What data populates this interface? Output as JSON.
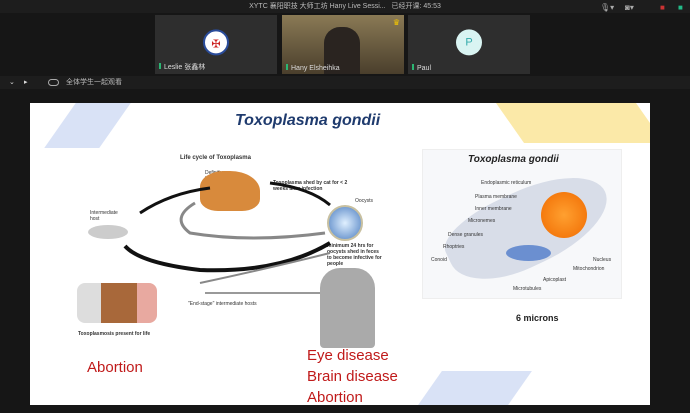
{
  "window": {
    "title": "XYTC 襄阳职技 大师工坊 Hany Live Sessi...",
    "elapsed_label": "已经开课: 45:53"
  },
  "participants": [
    {
      "name": "Leslie 张鑫林",
      "avatar": "logo"
    },
    {
      "name": "Hany Elsheihka",
      "host": true
    },
    {
      "name": "Paul",
      "avatar_letter": "P"
    }
  ],
  "controls": {
    "watch_together": "全体学生一起观看"
  },
  "slide": {
    "title": "Toxoplasma gondii",
    "lifecycle": {
      "title": "Life cycle of Toxoplasma",
      "definitive_host": "Definitive host",
      "shed": "Toxoplasma shed by cat for < 2 weeks after infection",
      "oocysts": "Oocysts",
      "intermediate_host": "Intermediate host",
      "minimum": "minimum 24 hrs for oocysts shed in feces to become infective for people",
      "end_stage": "\"End-stage\" intermediate hosts",
      "present_for_life": "Toxoplasmosis present for life"
    },
    "cell": {
      "title": "Toxoplasma gondii",
      "labels": [
        "Endoplasmic reticulum",
        "Plasma membrane",
        "Inner membrane",
        "Micronemes",
        "Dense granules",
        "Rhoptries",
        "Conoid",
        "Nucleus",
        "Mitochondrion",
        "Apicoplast",
        "Microtubules"
      ],
      "scale": "6 microns"
    },
    "abortion": "Abortion",
    "effects": [
      "Eye disease",
      "Brain disease",
      "Abortion"
    ]
  }
}
